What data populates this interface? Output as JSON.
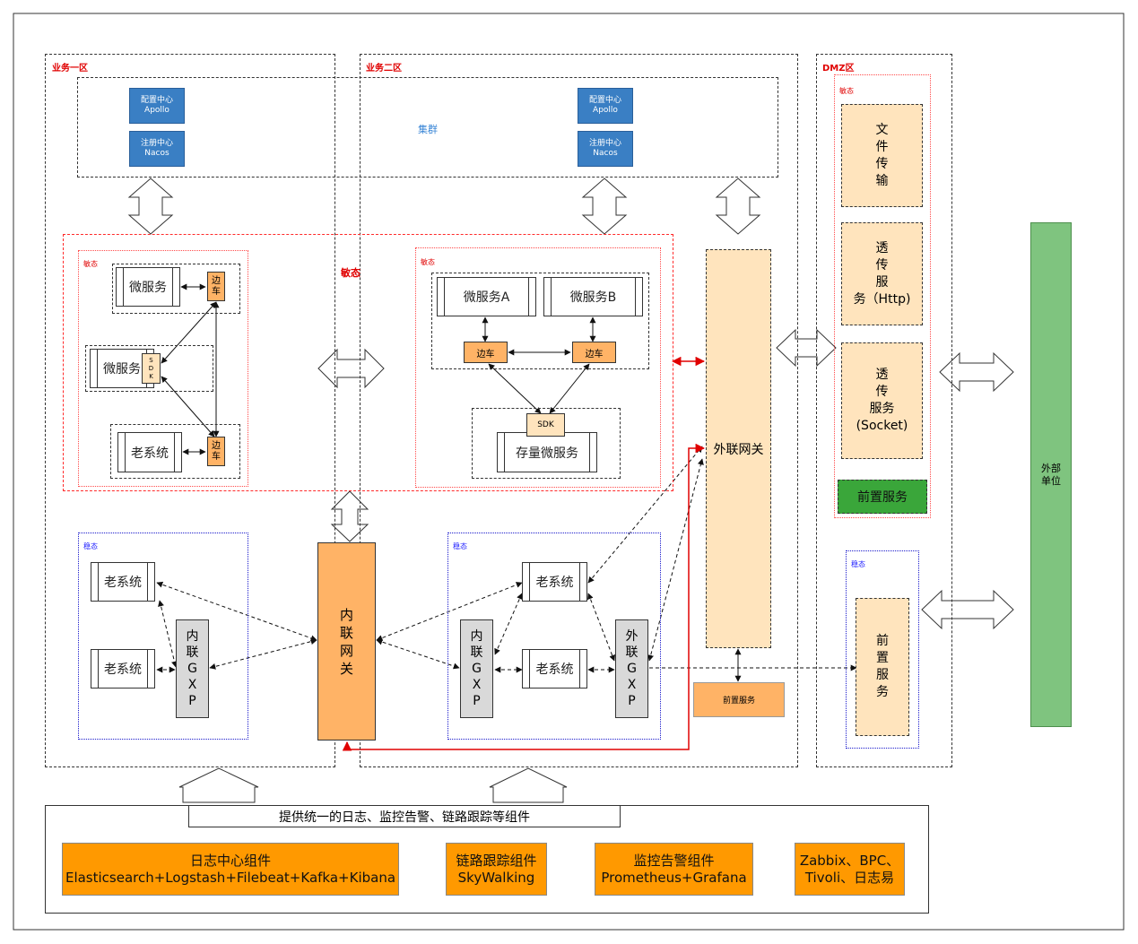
{
  "zones": {
    "zone1_title": "业务一区",
    "zone2_title": "业务二区",
    "dmz_title": "DMZ区"
  },
  "cluster": {
    "label": "集群",
    "config_center_1": [
      "配置中心",
      "Apollo"
    ],
    "registry_1": [
      "注册中心",
      "Nacos"
    ],
    "config_center_2": [
      "配置中心",
      "Apollo"
    ],
    "registry_2": [
      "注册中心",
      "Nacos"
    ]
  },
  "agile": {
    "outer_label": "敏态",
    "left_label": "敏态",
    "right_label": "敏态",
    "microservice": "微服务",
    "sidecar_chars": [
      "边",
      "车"
    ],
    "sdk_chars": [
      "S",
      "D",
      "K"
    ],
    "legacy": "老系统",
    "microservice_a": "微服务A",
    "microservice_b": "微服务B",
    "sidecar": "边车",
    "sdk": "SDK",
    "existing_microservice": "存量微服务"
  },
  "stable": {
    "left_label": "稳态",
    "right_label": "稳态",
    "legacy": "老系统",
    "internal_gxp_chars": [
      "内",
      "联",
      "G",
      "X",
      "P"
    ],
    "external_gxp_chars": [
      "外",
      "联",
      "G",
      "X",
      "P"
    ]
  },
  "gateways": {
    "internal_chars": [
      "内",
      "联",
      "网",
      "关"
    ],
    "external": "外联网关",
    "front_service": "前置服务"
  },
  "dmz": {
    "agile_label": "敏态",
    "file_transfer_chars": [
      "文",
      "件",
      "传",
      "输"
    ],
    "http_lines": [
      "透",
      "传",
      "服",
      "务（Http)"
    ],
    "socket_lines": [
      "透",
      "传",
      "服务",
      "(Socket)"
    ],
    "front_service_green": "前置服务",
    "stable_label": "稳态",
    "front_service_chars": [
      "前",
      "置",
      "服",
      "务"
    ]
  },
  "external_unit": [
    "外部",
    "单位"
  ],
  "bottom": {
    "banner": "提供统一的日志、监控告警、链路跟踪等组件",
    "log_center": [
      "日志中心组件",
      "Elasticsearch+Logstash+Filebeat+Kafka+Kibana"
    ],
    "tracing": [
      "链路跟踪组件",
      "SkyWalking"
    ],
    "monitoring": [
      "监控告警组件",
      "Prometheus+Grafana"
    ],
    "others": [
      "Zabbix、BPC、",
      "Tivoli、日志易"
    ]
  },
  "colors": {
    "blue_box": "#3a7fc4",
    "orange": "#ffb366",
    "peach": "#ffe4bd",
    "green_panel": "#7fc47f",
    "green_button": "#3aa63a",
    "bottom_orange": "#ff9900",
    "red_line": "#e00000"
  }
}
